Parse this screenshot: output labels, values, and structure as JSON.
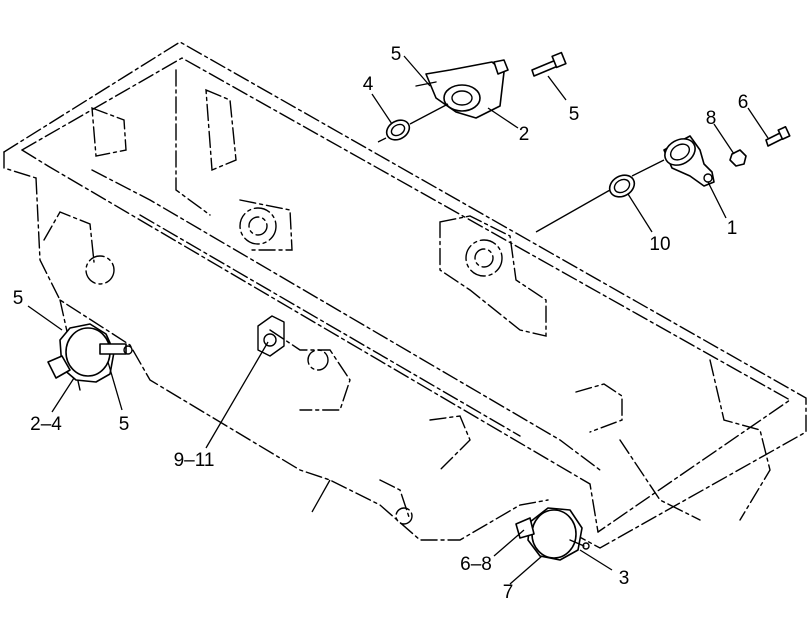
{
  "diagram": {
    "callouts": {
      "c_5_top": "5",
      "c_4": "4",
      "c_2_top": "2",
      "c_5_bolt": "5",
      "c_6_top": "6",
      "c_8": "8",
      "c_1": "1",
      "c_10": "10",
      "c_5_left": "5",
      "c_2_4": "2–4",
      "c_5_lower": "5",
      "c_9_11": "9–11",
      "c_6_8": "6–8",
      "c_7": "7",
      "c_3": "3"
    }
  }
}
